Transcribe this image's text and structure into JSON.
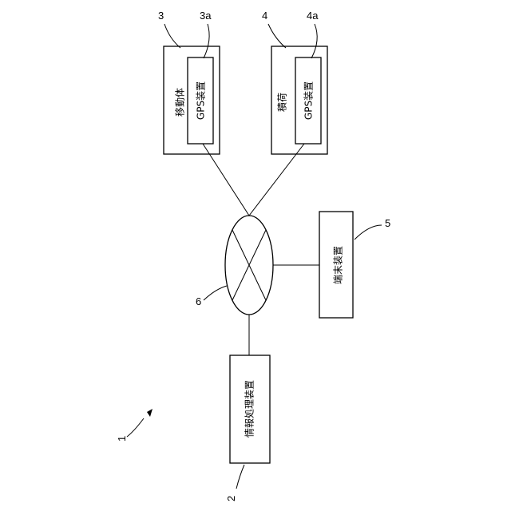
{
  "labels": {
    "mobile_body": "移動体",
    "mobile_gps": "GPS装置",
    "cargo": "積荷",
    "cargo_gps": "GPS装置",
    "terminal": "端末装置",
    "info_processor": "情報処理装置"
  },
  "refs": {
    "system": "1",
    "info_processor": "2",
    "mobile_body": "3",
    "mobile_gps": "3a",
    "cargo": "4",
    "cargo_gps": "4a",
    "terminal": "5",
    "network": "6"
  }
}
